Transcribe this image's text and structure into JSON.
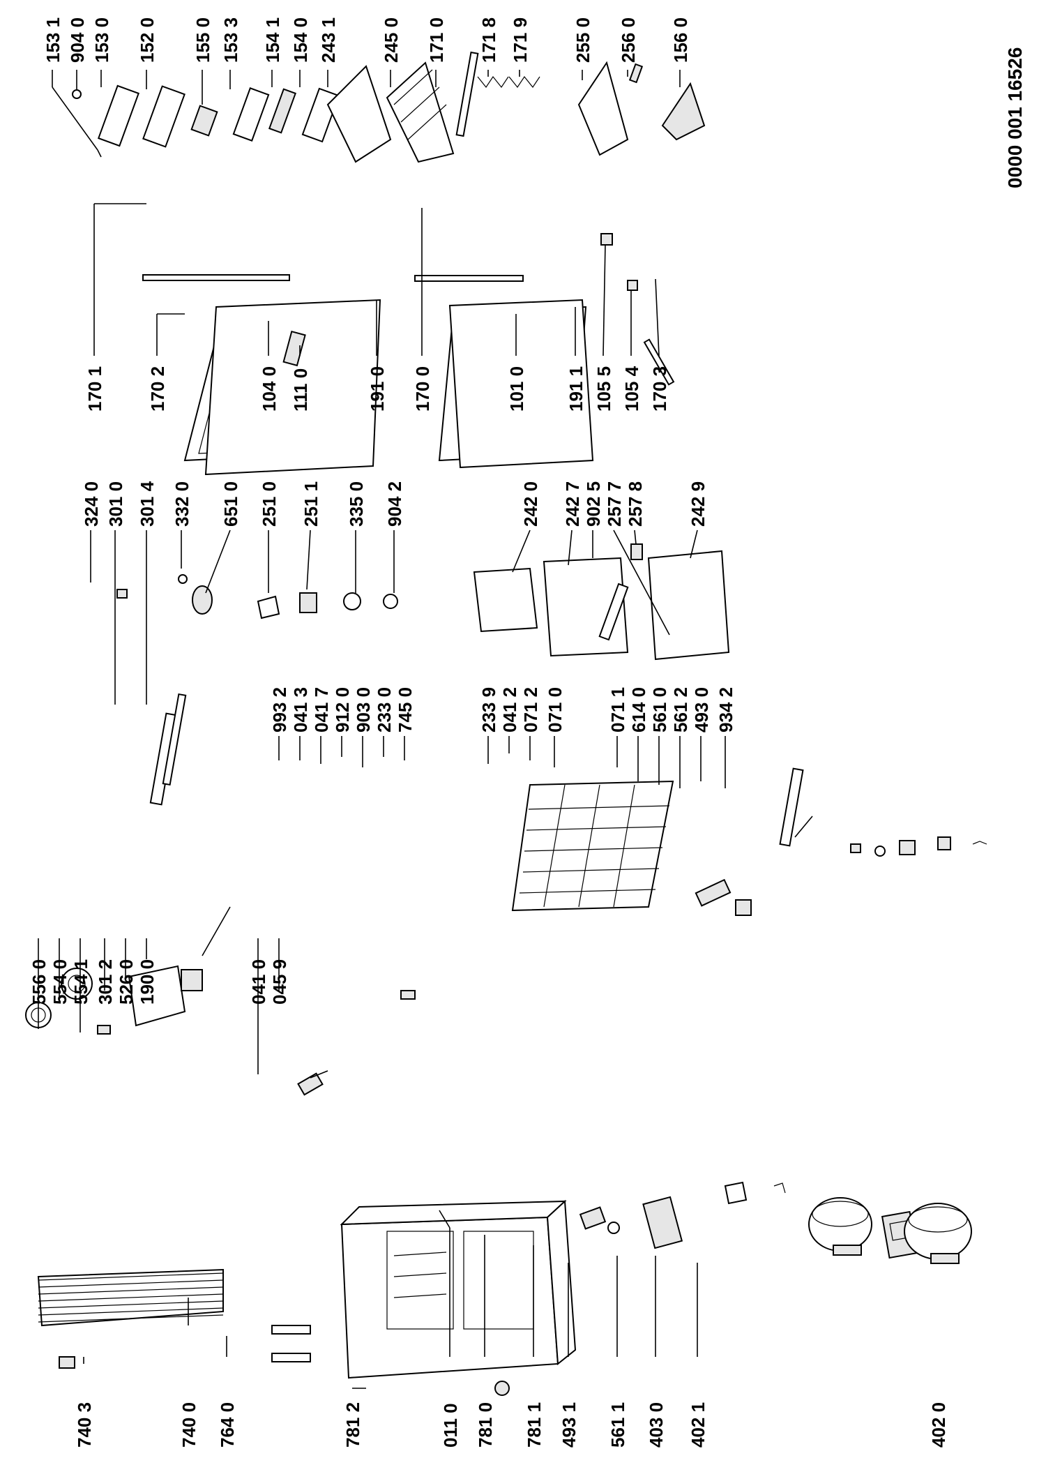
{
  "document_number": "0000 001 16526",
  "columns": [
    {
      "id": "col1",
      "labels": [
        "740 3",
        "740 0",
        "764 0",
        "781 2",
        "011 0",
        "781 0",
        "781 1",
        "493 1",
        "561 1",
        "403 0",
        "402 1",
        "402 0"
      ]
    },
    {
      "id": "col2a",
      "labels": [
        "556 0",
        "554 0",
        "554 1",
        "301 2",
        "526 0",
        "190 0"
      ]
    },
    {
      "id": "col2b",
      "labels": [
        "041 0",
        "045 9"
      ]
    },
    {
      "id": "col3a",
      "labels": [
        "993 2",
        "041 3",
        "041 7",
        "912 0",
        "903 0",
        "233 0",
        "745 0",
        "233 9",
        "041 2",
        "071 2",
        "071 0"
      ]
    },
    {
      "id": "col3b",
      "labels": [
        "071 1",
        "614 0",
        "561 0",
        "561 2",
        "493 0",
        "934 2"
      ]
    },
    {
      "id": "col4a",
      "labels": [
        "324 0",
        "301 0",
        "301 4",
        "332 0",
        "651 0",
        "251 0",
        "251 1",
        "335 0",
        "904 2"
      ]
    },
    {
      "id": "col4b",
      "labels": [
        "242 0",
        "242 7",
        "902 5",
        "257 7",
        "257 8",
        "242 9"
      ]
    },
    {
      "id": "col5a",
      "labels": [
        "170 1",
        "170 2",
        "104 0",
        "111 0",
        "191 0"
      ]
    },
    {
      "id": "col5b",
      "labels": [
        "170 0",
        "101 0",
        "191 1",
        "105 5",
        "105 4",
        "170 3"
      ]
    },
    {
      "id": "col6a",
      "labels": [
        "153 1",
        "904 0",
        "153 0",
        "152 0",
        "155 0",
        "153 3",
        "154 1",
        "154 0",
        "243 1",
        "245 0",
        "171 0"
      ]
    },
    {
      "id": "col6b",
      "labels": [
        "171 8",
        "171 9",
        "255 0",
        "256 0",
        "156 0"
      ]
    }
  ]
}
